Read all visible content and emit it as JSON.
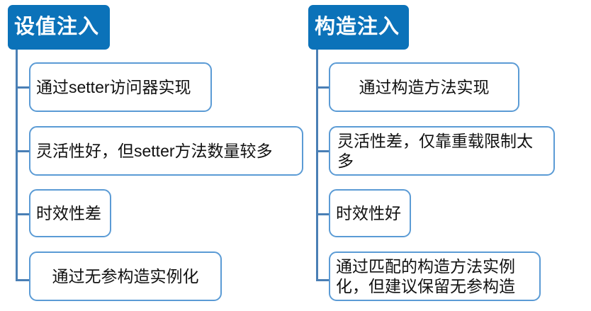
{
  "diagram": {
    "type": "mind-map",
    "title_not_shown": false,
    "colors": {
      "root_fill": "#0b72b9",
      "root_text": "#ffffff",
      "leaf_border": "#5b9bd5",
      "leaf_fill": "#ffffff",
      "leaf_text": "#111111",
      "connector": "#4a7fb5"
    },
    "branches": [
      {
        "id": "setter-injection",
        "root_label": "设值注入",
        "leaves": [
          {
            "label": "通过setter访问器实现",
            "align": "left"
          },
          {
            "label": "灵活性好，但setter方法数量较多",
            "align": "left"
          },
          {
            "label": "时效性差",
            "align": "left"
          },
          {
            "label": "通过无参构造实例化",
            "align": "center"
          }
        ]
      },
      {
        "id": "constructor-injection",
        "root_label": "构造注入",
        "leaves": [
          {
            "label": "通过构造方法实现",
            "align": "center"
          },
          {
            "label": "灵活性差，仅靠重载限制太多",
            "align": "center"
          },
          {
            "label": "时效性好",
            "align": "left"
          },
          {
            "label": "通过匹配的构造方法实例化，但建议保留无参构造",
            "align": "left"
          }
        ]
      }
    ]
  }
}
